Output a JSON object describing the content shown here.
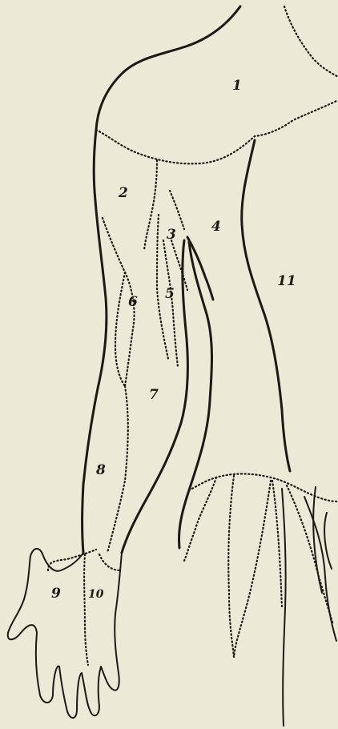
{
  "labels": {
    "r1": "1",
    "r2": "2",
    "r3": "3",
    "r4": "4",
    "r5": "5",
    "r6": "6",
    "r7": "7",
    "r8": "8",
    "r9": "9",
    "r10": "10",
    "r11": "11"
  }
}
